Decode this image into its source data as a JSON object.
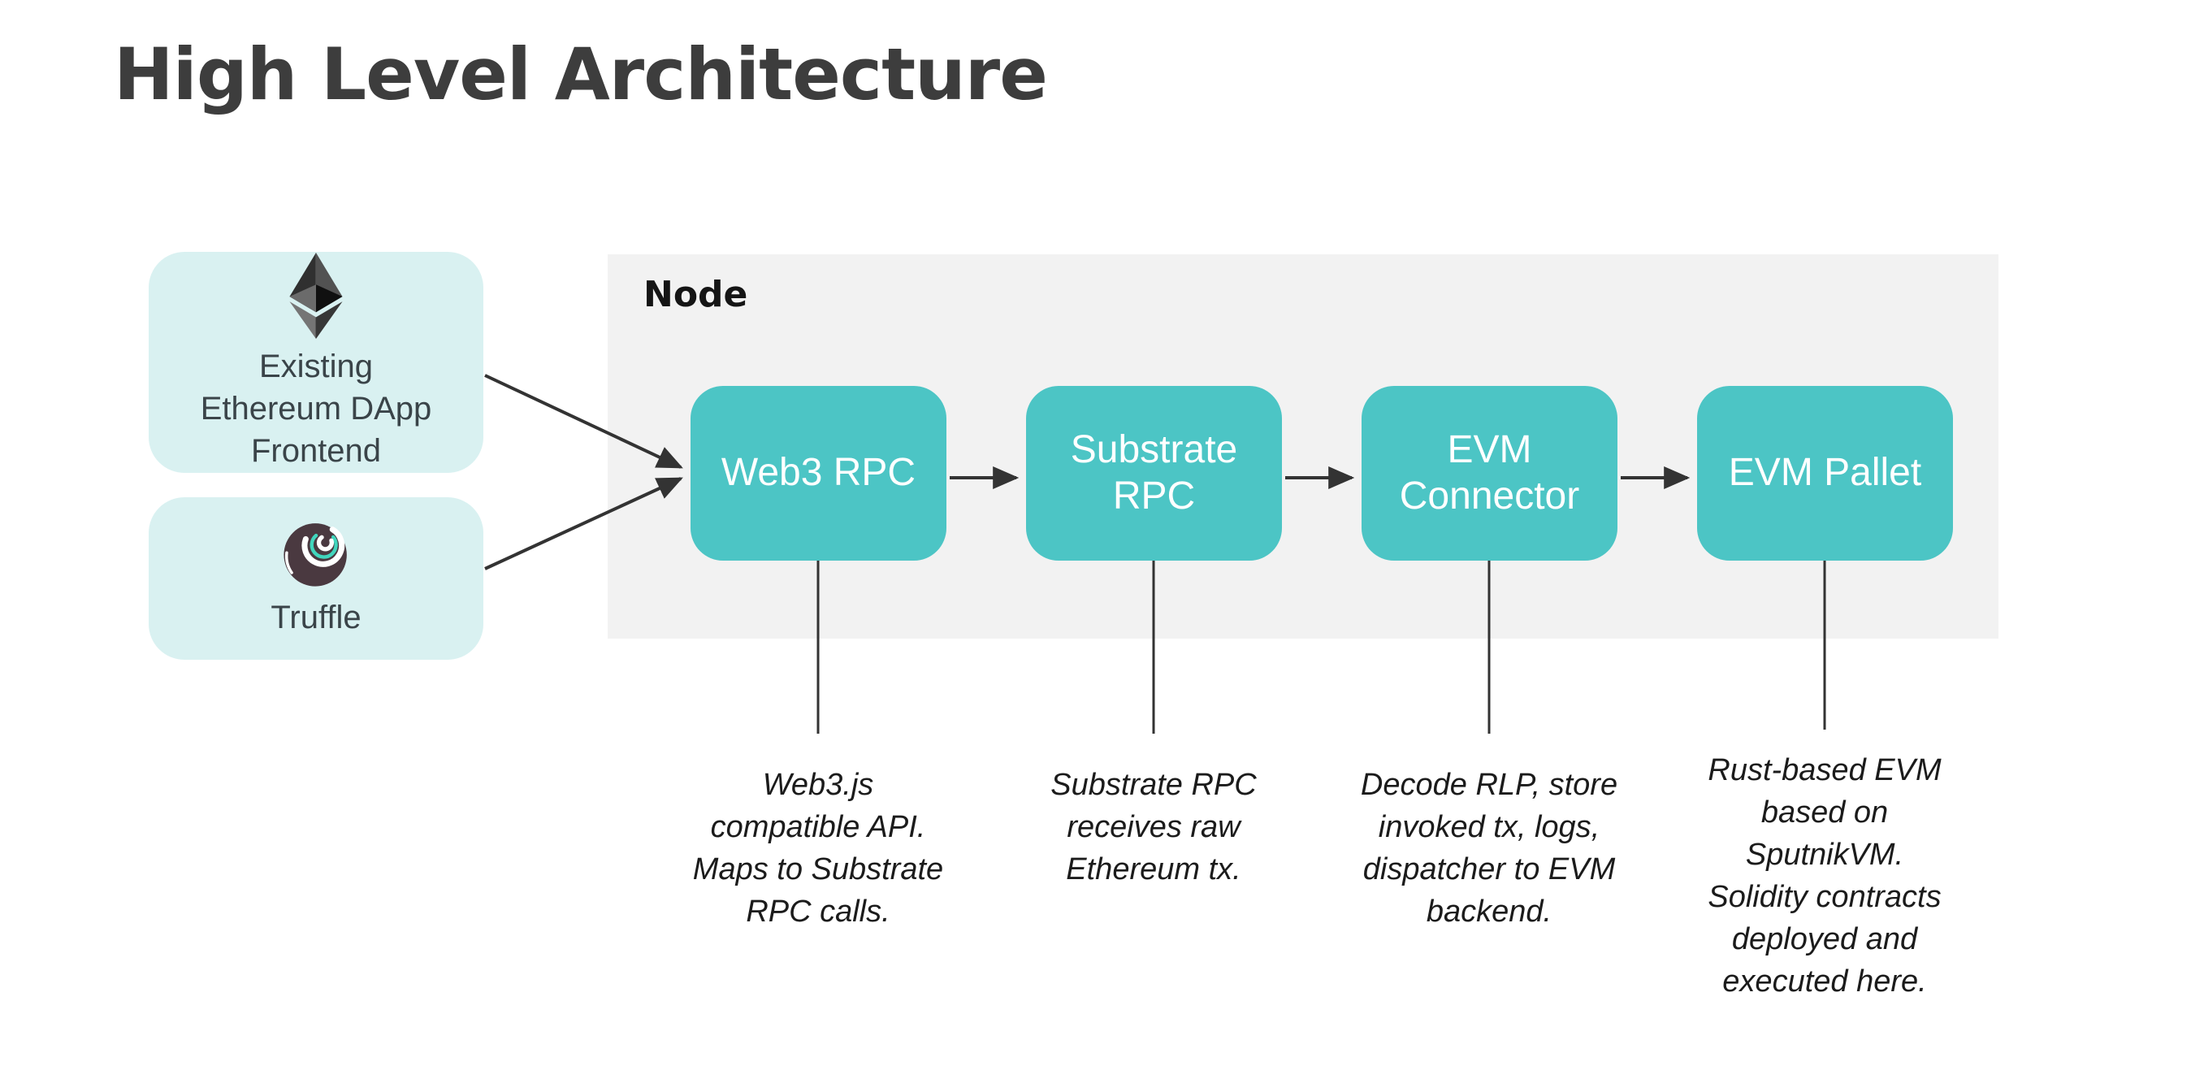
{
  "title": "High Level Architecture",
  "colors": {
    "teal_box": "#4cc5c5",
    "light_teal_box": "#d9f1f1",
    "node_background": "#f2f2f2",
    "arrow": "#333333",
    "title_text": "#3d3d3d"
  },
  "sources": [
    {
      "icon": "ethereum-icon",
      "label_lines": [
        "Existing",
        "Ethereum DApp",
        "Frontend"
      ]
    },
    {
      "icon": "truffle-icon",
      "label_lines": [
        "Truffle"
      ]
    }
  ],
  "node_group": {
    "label": "Node",
    "stages": [
      {
        "label_lines": [
          "Web3 RPC"
        ],
        "description_lines": [
          "Web3.js",
          "compatible API.",
          "Maps to Substrate",
          "RPC calls."
        ]
      },
      {
        "label_lines": [
          "Substrate",
          "RPC"
        ],
        "description_lines": [
          "Substrate RPC",
          "receives raw",
          "Ethereum tx."
        ]
      },
      {
        "label_lines": [
          "EVM",
          "Connector"
        ],
        "description_lines": [
          "Decode RLP, store",
          "invoked tx, logs,",
          "dispatcher to EVM",
          "backend."
        ]
      },
      {
        "label_lines": [
          "EVM Pallet"
        ],
        "description_lines": [
          "Rust-based EVM",
          "based on",
          "SputnikVM.",
          "Solidity contracts",
          "deployed and",
          "executed here."
        ]
      }
    ]
  }
}
